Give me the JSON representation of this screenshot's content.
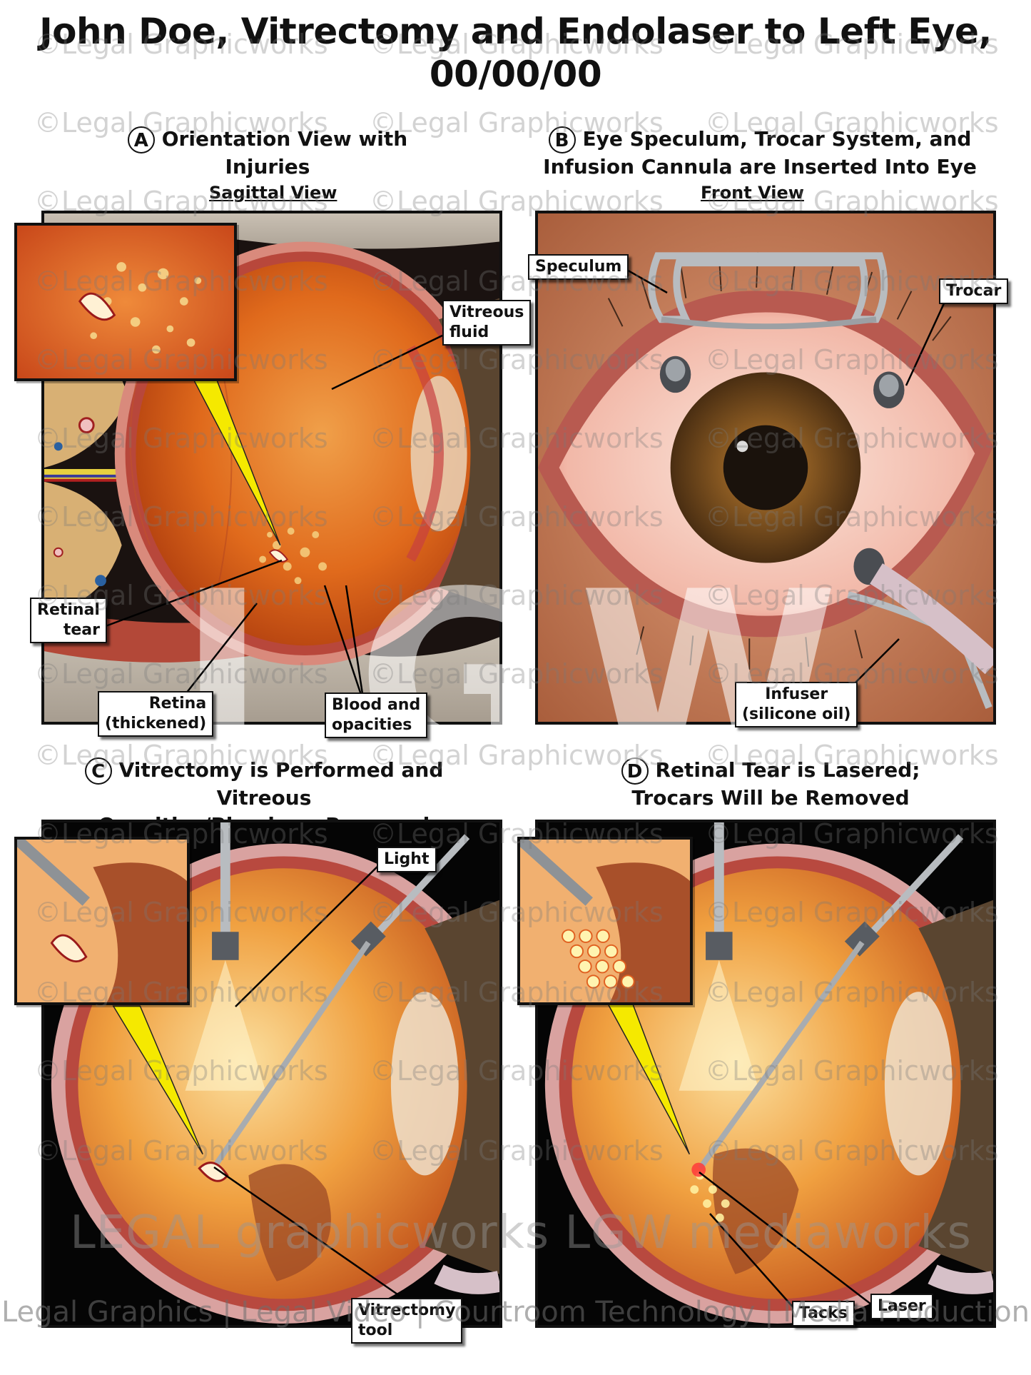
{
  "title": {
    "line1": "John Doe, Vitrectomy and Endolaser to Left Eye,",
    "line2": "00/00/00"
  },
  "watermark": "©Legal Graphicworks",
  "big_logo": "LGW",
  "panels": {
    "a": {
      "letter": "A",
      "heading": "Orientation View with Injuries",
      "view_label": "Sagittal View",
      "callouts": {
        "vitreous": "Vitreous\nfluid",
        "retinal_tear": "Retinal\ntear",
        "retina": "Retina\n(thickened)",
        "blood": "Blood and\nopacities"
      }
    },
    "b": {
      "letter": "B",
      "heading_line1": "Eye Speculum, Trocar System, and",
      "heading_line2": "Infusion Cannula are Inserted Into Eye",
      "view_label": "Front View",
      "callouts": {
        "speculum": "Speculum",
        "trocar": "Trocar",
        "infuser": "Infuser\n(silicone oil)"
      }
    },
    "c": {
      "letter": "C",
      "heading_line1": "Vitrectomy is Performed and Vitreous",
      "heading_line2": "Opacities/Blood are Removed",
      "callouts": {
        "light": "Light",
        "tool": "Vitrectomy\ntool"
      }
    },
    "d": {
      "letter": "D",
      "heading_line1": "Retinal Tear is Lasered;",
      "heading_line2": "Trocars Will be Removed",
      "callouts": {
        "laser": "Laser",
        "tacks": "Tacks"
      }
    }
  },
  "brand_mark": "LEGAL graphicworks  LGW mediaworks",
  "footer": "Legal Graphics | Legal Video | Courtroom Technology | Media Production",
  "colors": {
    "frame": "#111111",
    "highlight": "#f5e900",
    "eye_interior": "#e0701f"
  }
}
